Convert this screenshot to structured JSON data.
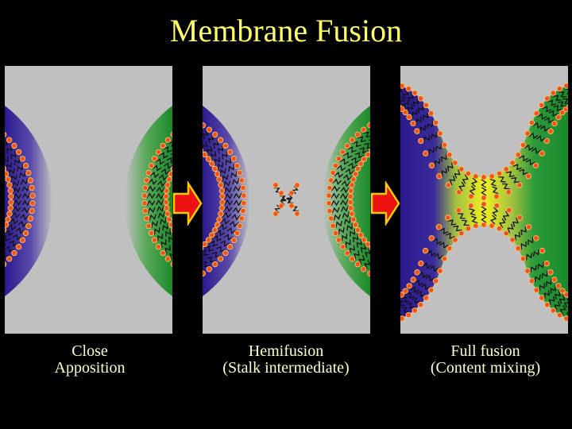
{
  "title": "Membrane Fusion",
  "colors": {
    "title": "#ffff66",
    "caption": "#ffffcc",
    "background": "#000000",
    "panel": "#c0c0c0",
    "arrow": "#ee1111",
    "lipid_head": "#ee5522",
    "lipid_tail": "#111111",
    "left_compartment": "#2a1a8e",
    "right_compartment": "#1a8a2a",
    "mixed_content": "#f0f020"
  },
  "stages": [
    {
      "line1": "Close",
      "line2": "Apposition"
    },
    {
      "line1": "Hemifusion",
      "line2": "(Stalk intermediate)"
    },
    {
      "line1": "Full fusion",
      "line2": "(Content mixing)"
    }
  ],
  "icons": [
    "right-arrow-icon"
  ]
}
